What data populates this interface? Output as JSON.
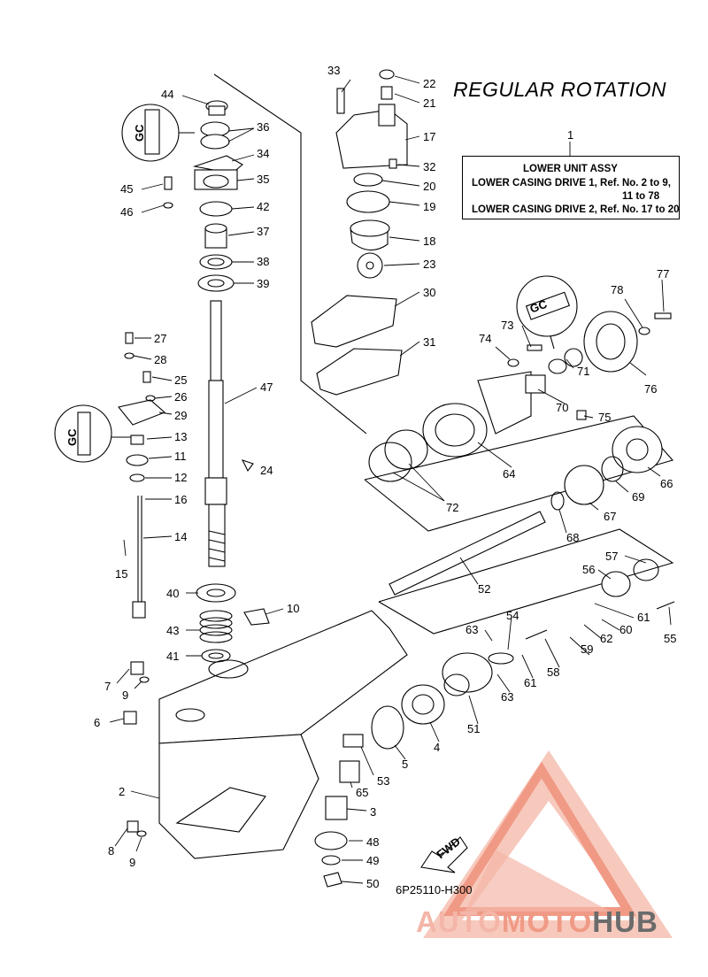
{
  "title": "REGULAR ROTATION",
  "assembly_box": {
    "ref": "1",
    "heading": "LOWER UNIT ASSY",
    "line1": "LOWER CASING DRIVE 1, Ref. No. 2 to 9,",
    "line2": "11 to 78",
    "line3": "LOWER CASING DRIVE 2,  Ref. No. 17 to 20"
  },
  "drawing_code": "6P25110-H300",
  "fwd_label": "FWD",
  "sealant_label": "GC",
  "watermark": {
    "part1": "AUTO",
    "part2": "MOTO",
    "part3": "HUB"
  },
  "callouts": [
    {
      "n": "44"
    },
    {
      "n": "36"
    },
    {
      "n": "34"
    },
    {
      "n": "35"
    },
    {
      "n": "45"
    },
    {
      "n": "46"
    },
    {
      "n": "42"
    },
    {
      "n": "37"
    },
    {
      "n": "38"
    },
    {
      "n": "39"
    },
    {
      "n": "27"
    },
    {
      "n": "28"
    },
    {
      "n": "25"
    },
    {
      "n": "26"
    },
    {
      "n": "29"
    },
    {
      "n": "47"
    },
    {
      "n": "13"
    },
    {
      "n": "11"
    },
    {
      "n": "24"
    },
    {
      "n": "12"
    },
    {
      "n": "16"
    },
    {
      "n": "14"
    },
    {
      "n": "15"
    },
    {
      "n": "40"
    },
    {
      "n": "10"
    },
    {
      "n": "43"
    },
    {
      "n": "41"
    },
    {
      "n": "7"
    },
    {
      "n": "9"
    },
    {
      "n": "6"
    },
    {
      "n": "2"
    },
    {
      "n": "8"
    },
    {
      "n": "9"
    },
    {
      "n": "33"
    },
    {
      "n": "22"
    },
    {
      "n": "21"
    },
    {
      "n": "17"
    },
    {
      "n": "32"
    },
    {
      "n": "20"
    },
    {
      "n": "19"
    },
    {
      "n": "18"
    },
    {
      "n": "23"
    },
    {
      "n": "30"
    },
    {
      "n": "31"
    },
    {
      "n": "77"
    },
    {
      "n": "78"
    },
    {
      "n": "73"
    },
    {
      "n": "74"
    },
    {
      "n": "71"
    },
    {
      "n": "76"
    },
    {
      "n": "70"
    },
    {
      "n": "75"
    },
    {
      "n": "64"
    },
    {
      "n": "66"
    },
    {
      "n": "72"
    },
    {
      "n": "69"
    },
    {
      "n": "67"
    },
    {
      "n": "68"
    },
    {
      "n": "52"
    },
    {
      "n": "57"
    },
    {
      "n": "56"
    },
    {
      "n": "61"
    },
    {
      "n": "54"
    },
    {
      "n": "63"
    },
    {
      "n": "60"
    },
    {
      "n": "55"
    },
    {
      "n": "62"
    },
    {
      "n": "59"
    },
    {
      "n": "58"
    },
    {
      "n": "61"
    },
    {
      "n": "63"
    },
    {
      "n": "51"
    },
    {
      "n": "4"
    },
    {
      "n": "5"
    },
    {
      "n": "53"
    },
    {
      "n": "65"
    },
    {
      "n": "3"
    },
    {
      "n": "48"
    },
    {
      "n": "49"
    },
    {
      "n": "50"
    }
  ],
  "colors": {
    "line": "#000000",
    "watermark_light": "#f4b6a8",
    "watermark_mid": "#f09a86",
    "watermark_dark": "#6b6b6b"
  }
}
